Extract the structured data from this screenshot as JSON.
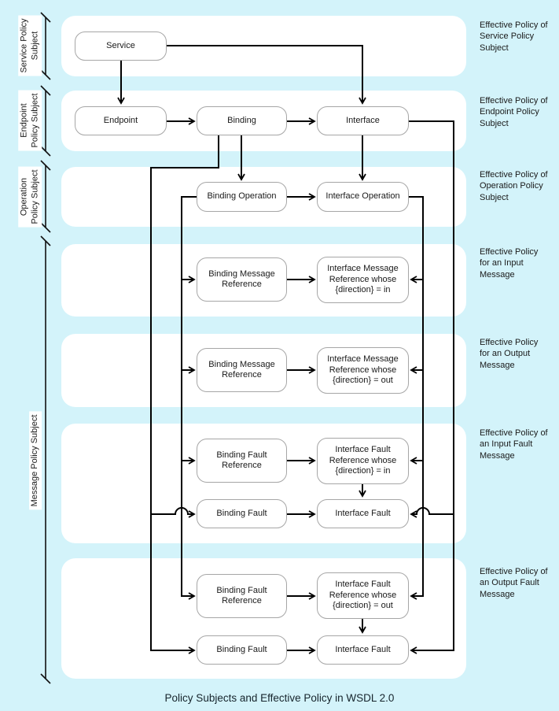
{
  "caption": "Policy Subjects and Effective Policy in WSDL 2.0",
  "colors": {
    "background": "#d3f3fa",
    "band": "#ffffff",
    "node_fill": "#ffffff",
    "node_border": "#a6a6a6",
    "line": "#000000",
    "text": "#1a1a1a"
  },
  "left_subjects": [
    {
      "label": "Service Policy\nSubject"
    },
    {
      "label": "Endpoint\nPolicy Subject"
    },
    {
      "label": "Operation\nPolicy Subject"
    },
    {
      "label": "Message Policy Subject"
    }
  ],
  "right_labels": [
    "Effective Policy of\nService Policy\nSubject",
    "Effective Policy of\nEndpoint Policy\nSubject",
    "Effective Policy of\nOperation Policy\nSubject",
    "Effective Policy\nfor an Input\nMessage",
    "Effective Policy\nfor an Output\nMessage",
    "Effective Policy of\nan Input Fault\nMessage",
    "Effective Policy of\nan Output Fault\nMessage"
  ],
  "nodes": {
    "service": {
      "label": "Service"
    },
    "endpoint": {
      "label": "Endpoint"
    },
    "binding": {
      "label": "Binding"
    },
    "interface": {
      "label": "Interface"
    },
    "bindingOperation": {
      "label": "Binding Operation"
    },
    "interfaceOperation": {
      "label": "Interface Operation"
    },
    "bmrIn": {
      "label": "Binding Message\nReference"
    },
    "imrIn": {
      "label": "Interface Message\nReference whose\n{direction} = in"
    },
    "bmrOut": {
      "label": "Binding Message\nReference"
    },
    "imrOut": {
      "label": "Interface Message\nReference whose\n{direction} = out"
    },
    "bfrIn": {
      "label": "Binding Fault\nReference"
    },
    "ifrIn": {
      "label": "Interface Fault\nReference whose\n{direction} = in"
    },
    "bfIn": {
      "label": "Binding Fault"
    },
    "ifIn": {
      "label": "Interface Fault"
    },
    "bfrOut": {
      "label": "Binding Fault\nReference"
    },
    "ifrOut": {
      "label": "Interface Fault\nReference whose\n{direction} = out"
    },
    "bfOut": {
      "label": "Binding Fault"
    },
    "ifOut": {
      "label": "Interface Fault"
    }
  }
}
